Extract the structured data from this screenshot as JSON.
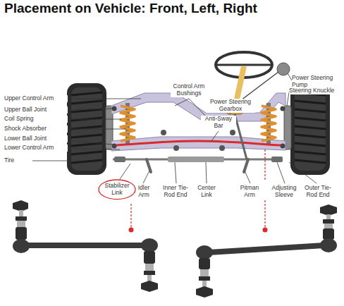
{
  "diagram": {
    "title": "Placement on Vehicle: Front, Left, Right",
    "nodes": [
      {
        "text": [
          "Stabilizer Link"
        ]
      }
    ],
    "labels": [
      "Upper Control Arm",
      "Upper Ball Joint",
      "Coil Spring",
      "Shock Absorber",
      "Lower Ball Joint",
      "Lower Control Arm",
      "Tire",
      "Control Arm Bushings",
      "Power Steering Gearbox",
      "Anti-Sway Bar",
      "Power Steering Pump",
      "Steering Knuckle",
      "Idler Arm",
      "Inner Tie-Rod End",
      "Center Link",
      "Pitman Arm",
      "Adjusting Sleeve",
      "Outer Tie-Rod End"
    ]
  }
}
